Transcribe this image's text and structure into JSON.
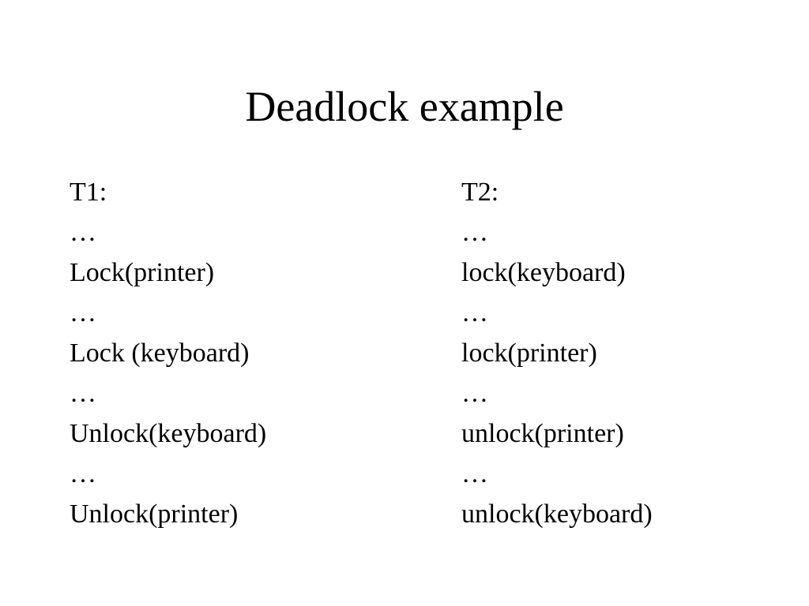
{
  "slide": {
    "title": "Deadlock example",
    "columns": [
      {
        "lines": [
          "T1:",
          "…",
          "Lock(printer)",
          "…",
          "Lock (keyboard)",
          "…",
          "Unlock(keyboard)",
          "…",
          "Unlock(printer)"
        ]
      },
      {
        "lines": [
          "T2:",
          "…",
          "lock(keyboard)",
          "…",
          "lock(printer)",
          "…",
          "unlock(printer)",
          "…",
          "unlock(keyboard)"
        ]
      }
    ]
  }
}
